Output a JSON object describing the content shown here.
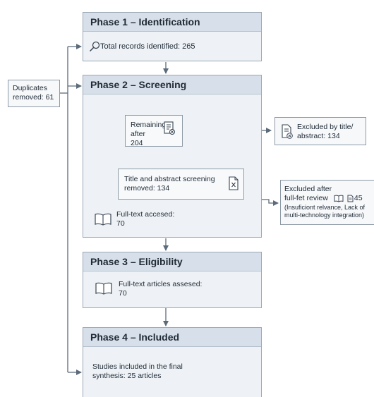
{
  "phases": {
    "phase1_title": "Phase 1 – Identification",
    "phase2_title": "Phase 2 – Screening",
    "phase3_title": "Phase 3 – Eligibility",
    "phase4_title": "Phase 4 – Included"
  },
  "identification": {
    "total_records": "Total records identified: 265"
  },
  "duplicates": {
    "line1": "Duplicates",
    "line2": "removed: 61"
  },
  "screening": {
    "remaining_line1": "Remaining after",
    "remaining_line2": "204",
    "title_abstract_line1": "Title and abstract screening",
    "title_abstract_line2": "removed: 134",
    "fulltext_line1": "Full-text accesed:",
    "fulltext_line2": "70"
  },
  "excluded_title": {
    "line1": "Excluded by title/",
    "line2": "abstract: 134"
  },
  "excluded_fulltext": {
    "line1": "Excluded after",
    "line2": "full-fet review",
    "count": "45",
    "line3": "(Insuficiont relvance, Lack of",
    "line4": "multi-technology integration)"
  },
  "eligibility": {
    "line1": "Full-text articles assesed:",
    "line2": "70"
  },
  "included": {
    "line1": "Studies included in the final",
    "line2": "synthesis: 25 articles"
  },
  "colors": {
    "border": "#9aa7b4",
    "header": "#d7e0ea",
    "box_fill": "#eef2f6",
    "arrow": "#5c6b7a"
  }
}
